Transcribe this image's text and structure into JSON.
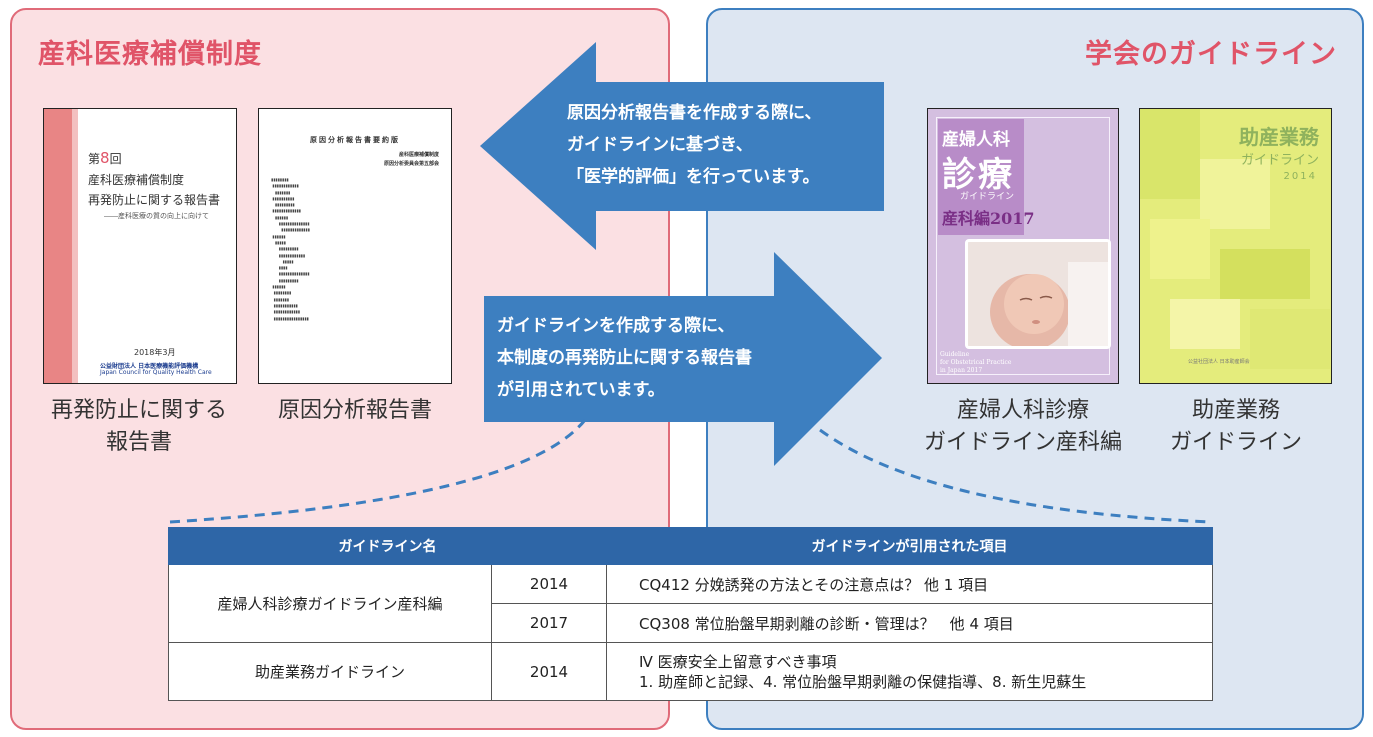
{
  "left_panel": {
    "title": "産科医療補償制度"
  },
  "right_panel": {
    "title": "学会のガイドライン"
  },
  "documents": {
    "report": {
      "title_prefix": "第",
      "title_number": "8",
      "title_suffix": "回",
      "title_line2": "産科医療補償制度",
      "title_line3": "再発防止に関する報告書",
      "subtitle": "――産科医療の質の向上に向けて",
      "date": "2018年3月",
      "publisher": "公益財団法人 日本医療機能評価機構",
      "publisher_en": "Japan Council for Quality Health Care",
      "caption_line1": "再発防止に関する",
      "caption_line2": "報告書"
    },
    "analysis": {
      "heading": "原因分析報告書要約版",
      "committee_line1": "産科医療補償制度",
      "committee_line2": "原因分析委員会第五部会",
      "caption": "原因分析報告書"
    },
    "guideline_obstetrics": {
      "title_line1": "産婦人科",
      "title_line2": "診療",
      "title_line3": "ガイドライン",
      "title_line4": "産科編2017",
      "english_line1": "Guideline",
      "english_line2": "for Obstetrical Practice",
      "english_line3": "in Japan 2017",
      "caption_line1": "産婦人科診療",
      "caption_line2": "ガイドライン産科編"
    },
    "guideline_midwifery": {
      "title_line1": "助産業務",
      "title_line2": "ガイドライン",
      "year": "2014",
      "publisher": "公益社団法人 日本助産師会",
      "caption_line1": "助産業務",
      "caption_line2": "ガイドライン"
    }
  },
  "arrows": {
    "to_left": {
      "line1": "原因分析報告書を作成する際に、",
      "line2": "ガイドラインに基づき、",
      "line3": "「医学的評価」を行っています。",
      "color": "#3d7fc0"
    },
    "to_right": {
      "line1": "ガイドラインを作成する際に、",
      "line2": "本制度の再発防止に関する報告書",
      "line3": "が引用されています。",
      "color": "#3d7fc0"
    }
  },
  "table": {
    "headers": [
      "ガイドライン名",
      "ガイドラインが引用された項目"
    ],
    "rows": [
      {
        "name": "産婦人科診療ガイドライン産科編",
        "year": "2014",
        "item": "CQ412 分娩誘発の方法とその注意点は？ 他 1 項目"
      },
      {
        "name": "",
        "year": "2017",
        "item": "CQ308 常位胎盤早期剥離の診断・管理は？　他 4 項目"
      },
      {
        "name": "助産業務ガイドライン",
        "year": "2014",
        "item": "Ⅳ 医療安全上留意すべき事項",
        "item_line2": "1. 助産師と記録、4. 常位胎盤早期剥離の保健指導、8. 新生児蘇生"
      }
    ]
  },
  "colors": {
    "left_bg": "#fbe0e3",
    "left_border": "#e06b79",
    "right_bg": "#dde6f2",
    "right_border": "#3d7fc0",
    "title": "#e05468",
    "table_header": "#2e66a7"
  }
}
